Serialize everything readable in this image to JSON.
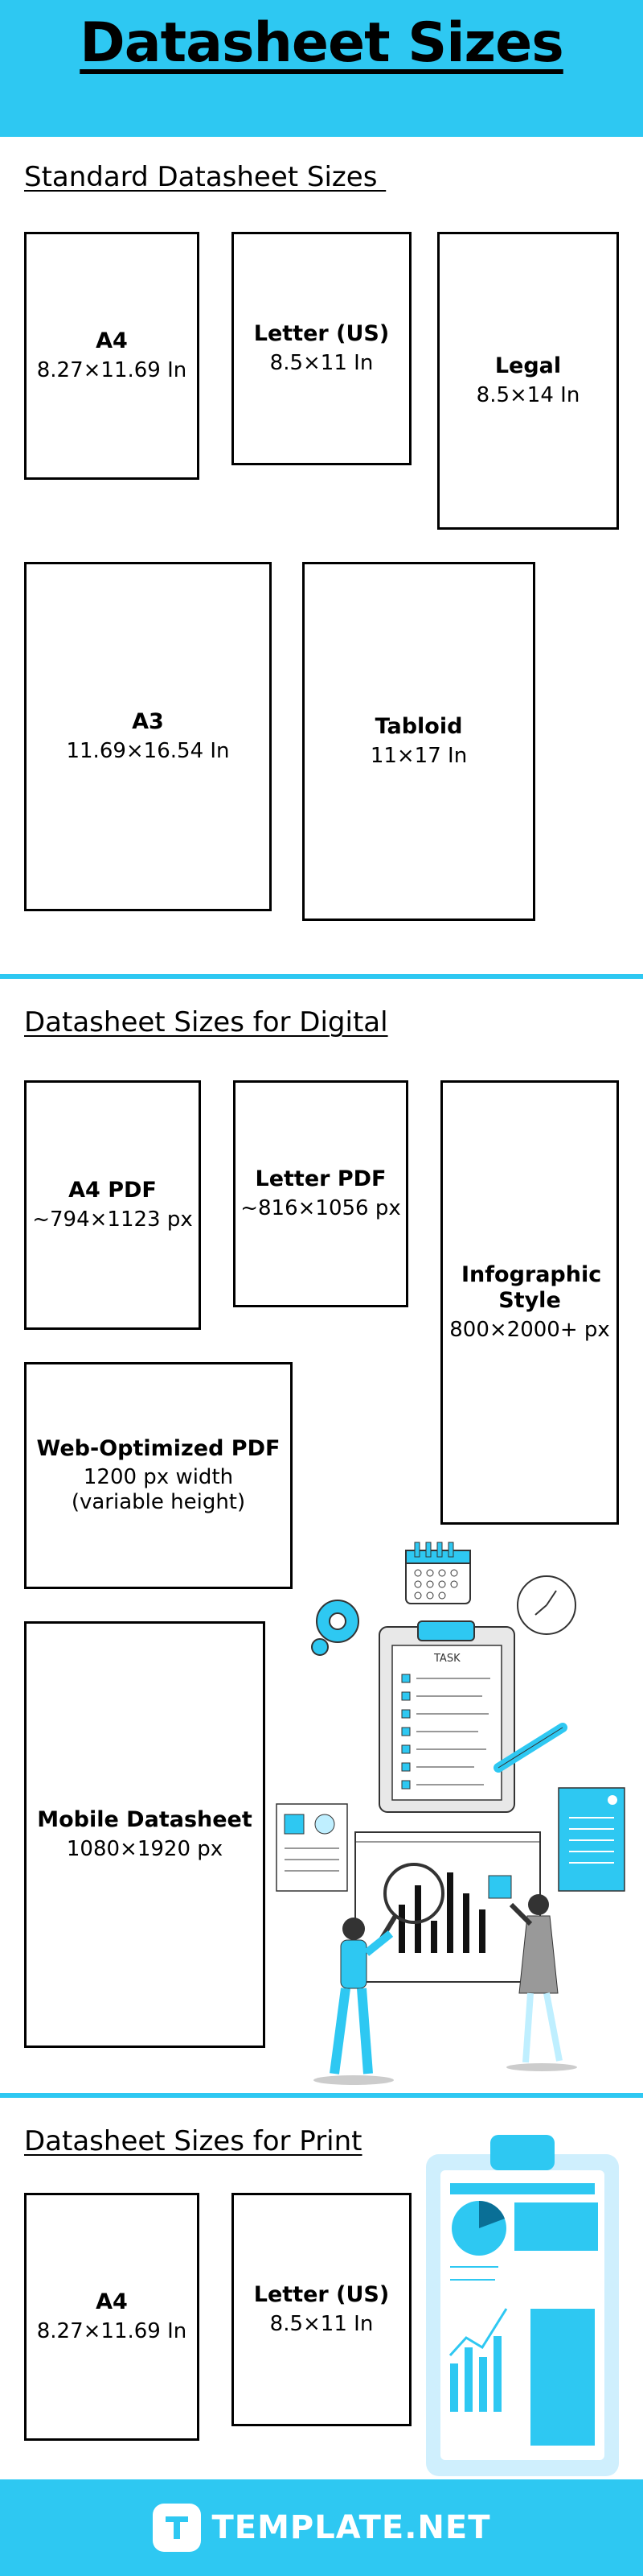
{
  "title": "Datasheet Sizes",
  "sections": {
    "standard": {
      "heading": "Standard Datasheet Sizes ",
      "cards": [
        {
          "name": "A4",
          "size": "8.27×11.69 In"
        },
        {
          "name": "Letter (US)",
          "size": "8.5×11 In"
        },
        {
          "name": "Legal",
          "size": "8.5×14 In"
        },
        {
          "name": "A3",
          "size": "11.69×16.54 In"
        },
        {
          "name": "Tabloid",
          "size": "11×17 In"
        }
      ]
    },
    "digital": {
      "heading": "Datasheet Sizes for Digital",
      "cards": [
        {
          "name": "A4 PDF",
          "size": "~794×1123 px"
        },
        {
          "name": "Letter PDF",
          "size": "~816×1056 px"
        },
        {
          "name": "Infographic Style",
          "size": "800×2000+ px"
        },
        {
          "name": "Web-Optimized PDF",
          "size": "1200 px width (variable height)"
        },
        {
          "name": "Mobile Datasheet",
          "size": "1080×1920 px"
        }
      ],
      "illustration_label": "TASK"
    },
    "print": {
      "heading": "Datasheet Sizes for Print",
      "cards": [
        {
          "name": "A4",
          "size": "8.27×11.69 In"
        },
        {
          "name": "Letter (US)",
          "size": "8.5×11 In"
        }
      ]
    }
  },
  "footer": {
    "brand": "TEMPLATE.NET",
    "logo_letter": "T"
  },
  "colors": {
    "accent": "#2ec8f2",
    "background": "#ffffff",
    "text": "#000000"
  }
}
